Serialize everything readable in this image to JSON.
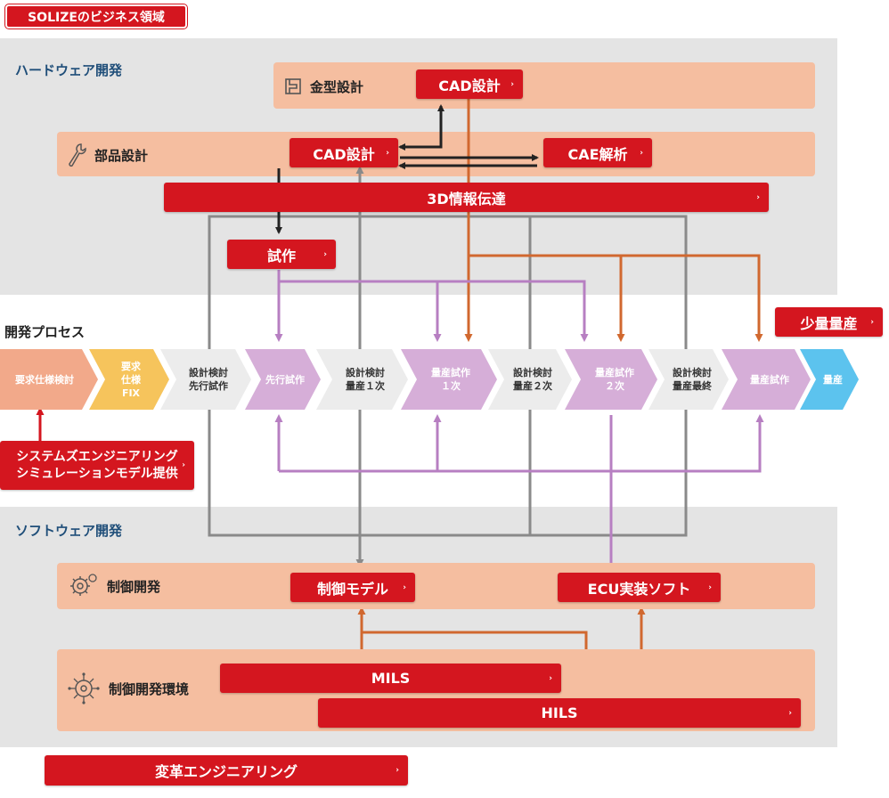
{
  "header_tag": "SOLIZEのビジネス領域",
  "hardware": {
    "title": "ハードウェア開発",
    "mold_band": {
      "label": "金型設計",
      "icon": "mold-icon",
      "button": "CAD設計"
    },
    "parts_band": {
      "label": "部品設計",
      "icon": "wrench-icon",
      "cad_button": "CAD設計",
      "cae_button": "CAE解析"
    },
    "info_button": "3D情報伝達",
    "prototype_button": "試作"
  },
  "process": {
    "title": "開発プロセス",
    "small_lot_button": "少量量産",
    "steps": [
      {
        "l1": "要求仕様検討",
        "l2": "",
        "l3": ""
      },
      {
        "l1": "要求",
        "l2": "仕様",
        "l3": "FIX"
      },
      {
        "l1": "設計検討",
        "l2": "先行試作",
        "l3": ""
      },
      {
        "l1": "先行試作",
        "l2": "",
        "l3": ""
      },
      {
        "l1": "設計検討",
        "l2": "量産１次",
        "l3": ""
      },
      {
        "l1": "量産試作",
        "l2": "１次",
        "l3": ""
      },
      {
        "l1": "設計検討",
        "l2": "量産２次",
        "l3": ""
      },
      {
        "l1": "量産試作",
        "l2": "２次",
        "l3": ""
      },
      {
        "l1": "設計検討",
        "l2": "量産最終",
        "l3": ""
      },
      {
        "l1": "量産試作",
        "l2": "",
        "l3": ""
      },
      {
        "l1": "量産",
        "l2": "",
        "l3": ""
      }
    ],
    "se_button": {
      "line1": "システムズエンジニアリング",
      "line2": "シミュレーションモデル提供"
    }
  },
  "software": {
    "title": "ソフトウェア開発",
    "control_band": {
      "label": "制御開発",
      "icon": "gear-cog-icon",
      "model_button": "制御モデル",
      "ecu_button": "ECU実装ソフト"
    },
    "env_band": {
      "label": "制御開発環境",
      "icon": "network-gear-icon",
      "mils_button": "MILS",
      "hils_button": "HILS"
    }
  },
  "transform_button": "変革エンジニアリング",
  "colors": {
    "accent_red": "#d4161f",
    "band_salmon": "#f5bea0",
    "zone_grey": "#e4e4e4",
    "arrow_orange": "#d1682f",
    "arrow_purple": "#b77fc2",
    "line_grey": "#8a8a8a",
    "step_grey": "#ececec",
    "step_purple": "#d6aed8",
    "step_salmon": "#f2a98a",
    "step_yellow": "#f6c45c",
    "step_blue": "#5cc3ee"
  }
}
